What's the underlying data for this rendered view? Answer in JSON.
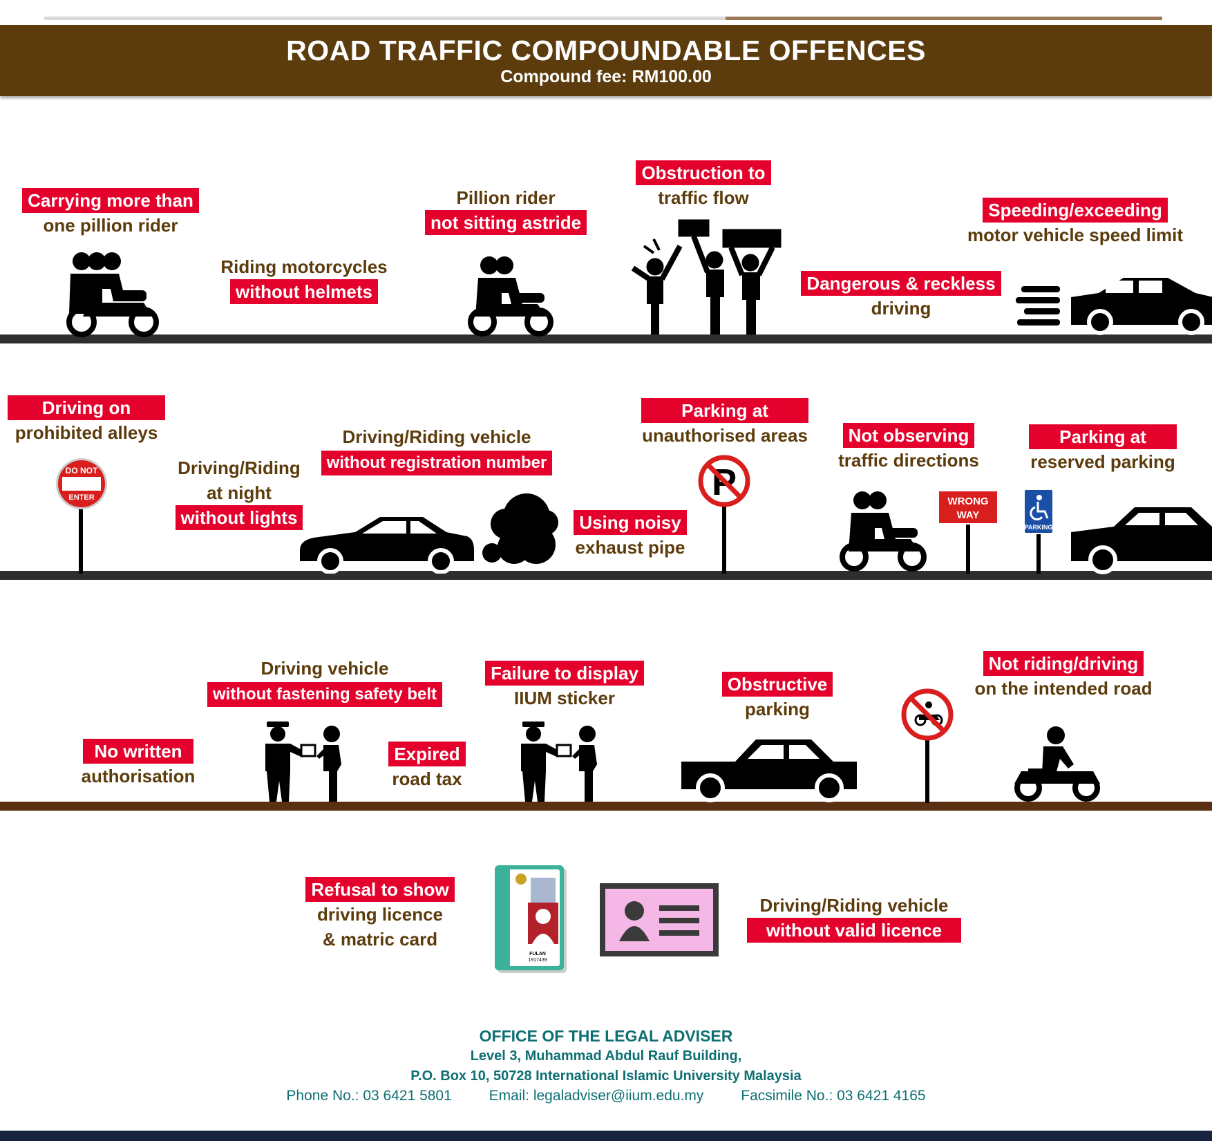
{
  "header": {
    "title": "ROAD TRAFFIC COMPOUNDABLE OFFENCES",
    "subtitle": "Compound fee: RM100.00"
  },
  "offences": {
    "o1": {
      "a": "Carrying more than",
      "b": "one pillion rider"
    },
    "o2": {
      "a": "Riding motorcycles",
      "b": "without helmets"
    },
    "o3": {
      "a": "Pillion rider",
      "b": "not sitting astride"
    },
    "o4": {
      "a": "Obstruction to",
      "b": "traffic flow"
    },
    "o5": {
      "a": "Speeding/exceeding",
      "b": "motor vehicle speed limit"
    },
    "o6": {
      "a": "Dangerous & reckless",
      "b": "driving"
    },
    "o7": {
      "a": "Driving on",
      "b": "prohibited alleys"
    },
    "o8": {
      "a": "Driving/Riding",
      "b": "at night",
      "c": "without lights"
    },
    "o9": {
      "a": "Driving/Riding vehicle",
      "b": "without registration number"
    },
    "o10": {
      "a": "Using noisy",
      "b": "exhaust pipe"
    },
    "o11": {
      "a": "Parking at",
      "b": "unauthorised areas"
    },
    "o12": {
      "a": "Not observing",
      "b": "traffic directions"
    },
    "o13": {
      "a": "Parking at",
      "b": "reserved parking"
    },
    "o14": {
      "a": "No written",
      "b": "authorisation"
    },
    "o15": {
      "a": "Driving vehicle",
      "b": "without fastening safety belt"
    },
    "o16": {
      "a": "Expired",
      "b": "road tax"
    },
    "o17": {
      "a": "Failure to display",
      "b": "IIUM sticker"
    },
    "o18": {
      "a": "Obstructive",
      "b": "parking"
    },
    "o19": {
      "a": "Not riding/driving",
      "b": "on the intended road"
    },
    "o20": {
      "a": "Refusal to show",
      "b": "driving licence",
      "c": "& matric card"
    },
    "o21": {
      "a": "Driving/Riding vehicle",
      "b": "without valid licence"
    }
  },
  "signs": {
    "do_not": "DO NOT",
    "enter": "ENTER",
    "wrong": "WRONG",
    "way": "WAY",
    "parking": "PARKING",
    "card_name": "FULAN",
    "card_no": "1917439"
  },
  "footer": {
    "office": "OFFICE OF THE LEGAL ADVISER",
    "addr1": "Level 3, Muhammad Abdul Rauf Building,",
    "addr2": "P.O. Box 10, 50728 International Islamic University Malaysia",
    "phone": "Phone No.: 03 6421 5801",
    "email": "Email: legaladviser@iium.edu.my",
    "fax": "Facsimile No.: 03 6421 4165"
  },
  "colors": {
    "brown": "#5c3c0c",
    "red": "#e4022d",
    "teal": "#0e6f73",
    "navy": "#18243f"
  }
}
